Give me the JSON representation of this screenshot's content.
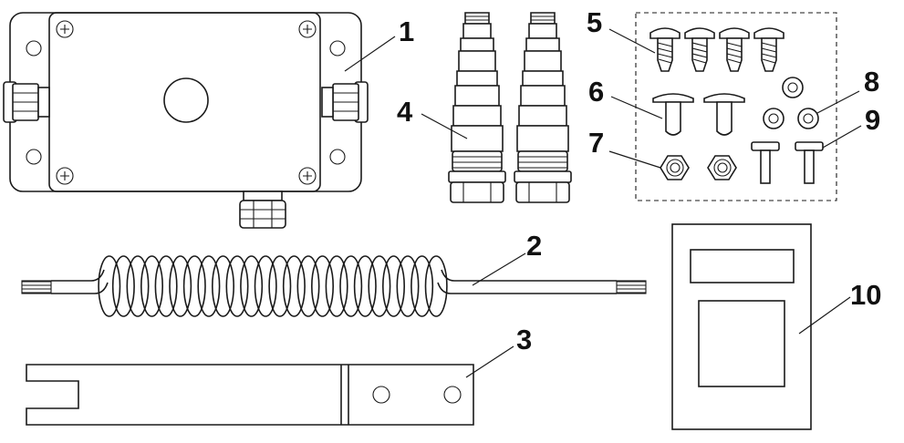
{
  "diagram": {
    "parts": [
      {
        "number": "1",
        "icon": "junction-box-icon"
      },
      {
        "number": "2",
        "icon": "coiled-cable-icon"
      },
      {
        "number": "3",
        "icon": "mounting-bracket-icon"
      },
      {
        "number": "4",
        "icon": "cable-gland-icon"
      },
      {
        "number": "5",
        "icon": "self-tapping-screw-icon"
      },
      {
        "number": "6",
        "icon": "rivet-icon"
      },
      {
        "number": "7",
        "icon": "hex-nut-icon"
      },
      {
        "number": "8",
        "icon": "washer-icon"
      },
      {
        "number": "9",
        "icon": "t-bolt-icon"
      },
      {
        "number": "10",
        "icon": "instruction-card-icon"
      }
    ],
    "colors": {
      "line": "#1a1a1a",
      "background": "#ffffff",
      "label": "#111111"
    }
  }
}
